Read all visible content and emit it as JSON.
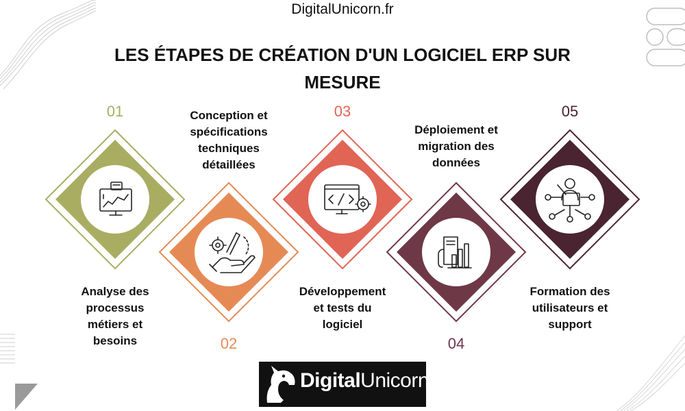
{
  "header": {
    "site": "DigitalUnicorn.fr"
  },
  "title": "LES ÉTAPES DE CRÉATION D'UN LOGICIEL ERP SUR MESURE",
  "steps": [
    {
      "num": "01",
      "label_lines": [
        "Analyse des",
        "processus",
        "métiers et",
        "besoins"
      ],
      "color": "#A8AD62",
      "icon": "monitor-chart-icon"
    },
    {
      "num": "02",
      "label_lines": [
        "Conception et",
        "spécifications",
        "techniques",
        "détaillées"
      ],
      "color": "#E58A55",
      "icon": "tools-hand-icon"
    },
    {
      "num": "03",
      "label_lines": [
        "Développement",
        "et tests du",
        "logiciel"
      ],
      "color": "#E06555",
      "icon": "code-monitor-icon"
    },
    {
      "num": "04",
      "label_lines": [
        "Déploiement et",
        "migration des",
        "données"
      ],
      "color": "#6E3847",
      "icon": "document-chart-icon"
    },
    {
      "num": "05",
      "label_lines": [
        "Formation des",
        "utilisateurs et",
        "support"
      ],
      "color": "#4A2430",
      "icon": "trainer-network-icon"
    }
  ],
  "logo": {
    "part1": "Digital",
    "part2": "Unicorn"
  }
}
